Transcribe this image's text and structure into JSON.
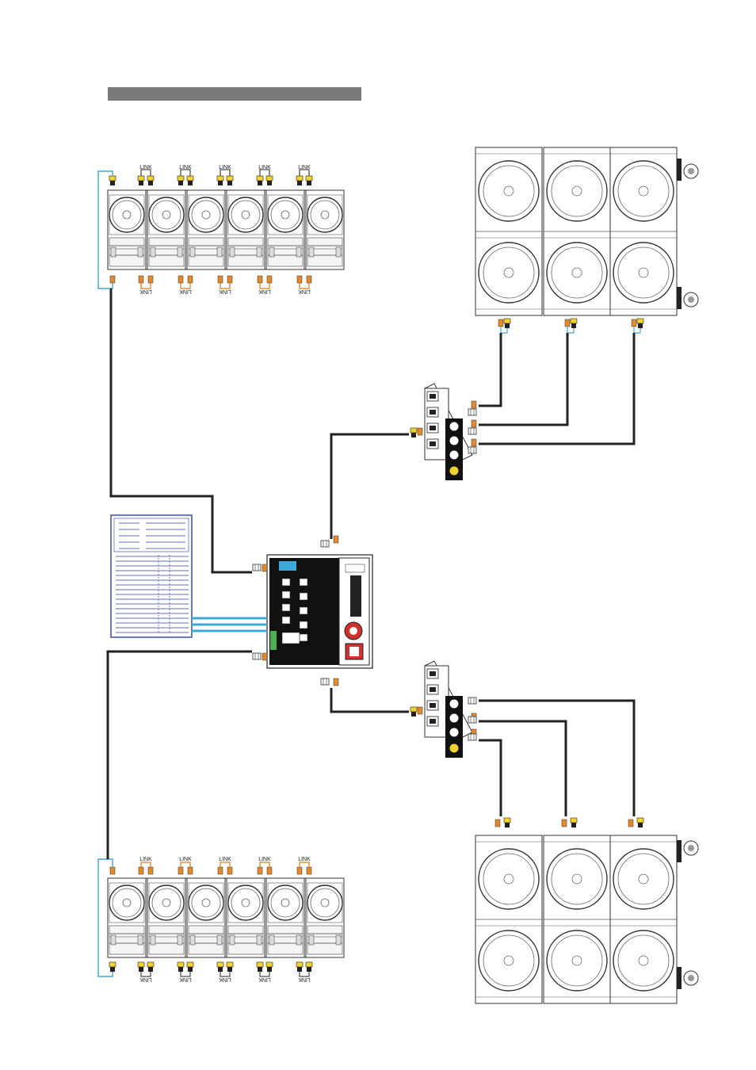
{
  "header_bar": {
    "color": "#7a7a7a"
  },
  "colors": {
    "cable": "#222222",
    "link_cable": "#e07b1a",
    "blue_cable": "#3fa8d8",
    "connector_yellow": "#f2d22e",
    "connector_orange": "#e58a2a",
    "rack_red": "#d0312d",
    "schematic_blue": "#2a3fb0"
  },
  "labels": {
    "link": "LINK"
  },
  "top_left_array": {
    "cabinets": 6,
    "link_labels": [
      "LINK",
      "LINK",
      "LINK",
      "LINK",
      "LINK"
    ]
  },
  "bottom_left_array": {
    "cabinets": 6,
    "link_labels": [
      "LINK",
      "LINK",
      "LINK",
      "LINK",
      "LINK"
    ]
  },
  "top_right_subs": {
    "columns": 3,
    "rows": 2
  },
  "bottom_right_subs": {
    "columns": 3,
    "rows": 2
  },
  "icons": {
    "amp_rack": "amplifier-rack-icon",
    "breakout": "breakout-box-icon",
    "schematic": "wiring-schematic-icon",
    "speaker": "speaker-cabinet-icon",
    "sub": "subwoofer-cabinet-icon"
  }
}
